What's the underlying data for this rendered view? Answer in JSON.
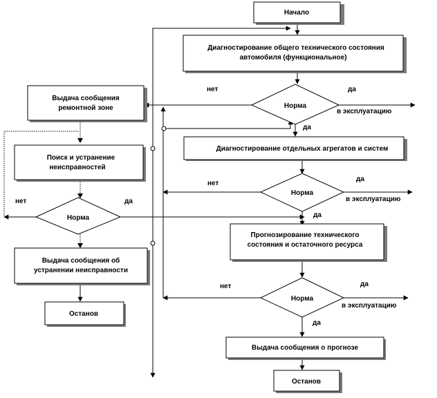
{
  "nodes": {
    "start": "Начало",
    "diag_general_1": "Диагностирование общего технического  состояния",
    "diag_general_2": "автомобиля (функциональное)",
    "norma": "Норма",
    "repair_msg_1": "Выдача сообщения",
    "repair_msg_2": "ремонтной зоне",
    "diag_units": "Диагностирование отдельных агрегатов и систем",
    "search_fix_1": "Поиск и устранение",
    "search_fix_2": "неисправностей",
    "prognoz_1": "Прогнозирование технического",
    "prognoz_2": "состояния и остаточного ресурса",
    "fixed_msg_1": "Выдача сообщения об",
    "fixed_msg_2": "устранении неисправности",
    "stop": "Останов",
    "prognoz_msg": "Выдача сообщения о прогнозе"
  },
  "labels": {
    "yes": "да",
    "no": "нет",
    "to_operation": "в эксплуатацию"
  }
}
